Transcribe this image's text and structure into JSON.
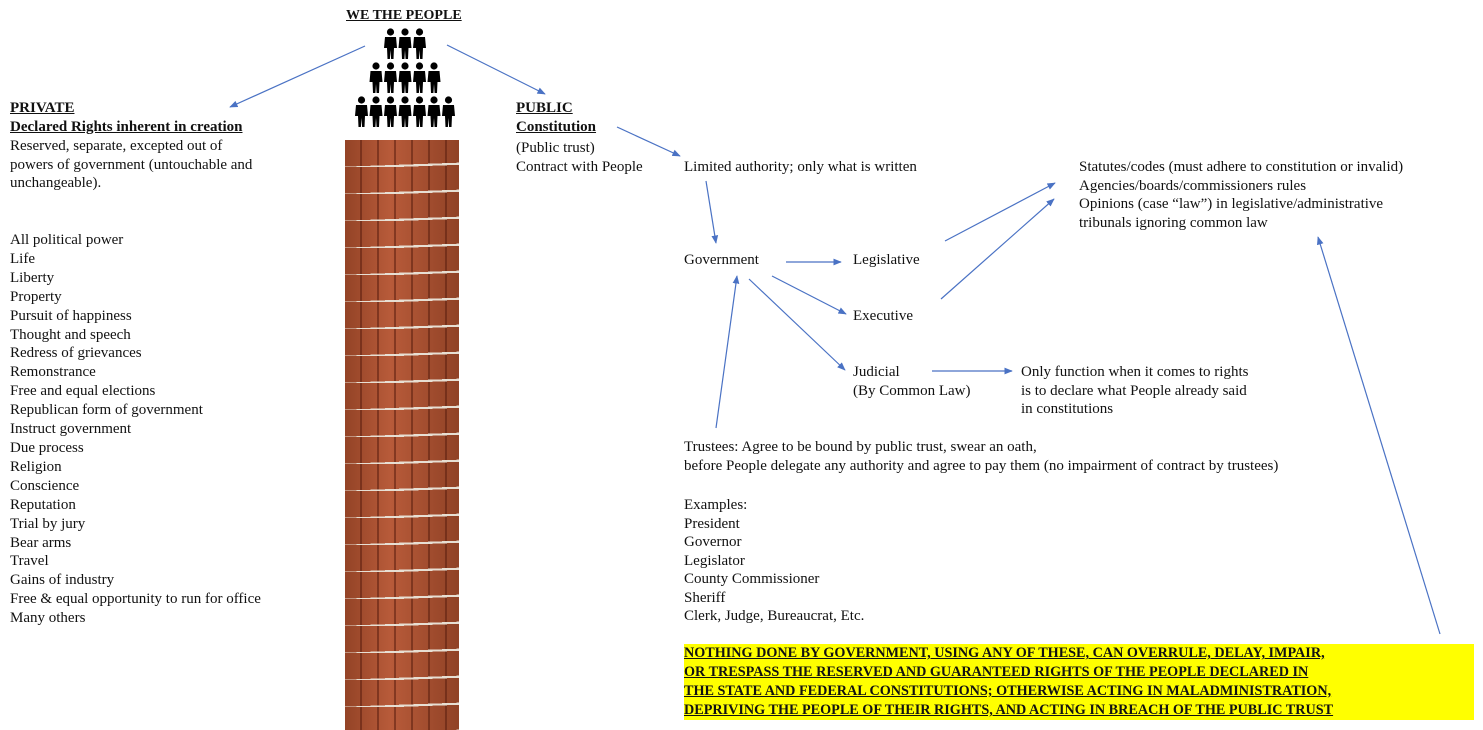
{
  "header": {
    "title": "WE THE PEOPLE"
  },
  "private": {
    "heading": "PRIVATE",
    "subheading": "Declared Rights inherent in creation",
    "description_lines": [
      "Reserved, separate, excepted out of",
      "powers of government (untouchable and",
      "unchangeable)."
    ],
    "rights": [
      "All political power",
      "Life",
      "Liberty",
      "Property",
      "Pursuit of happiness",
      "Thought and speech",
      "Redress of grievances",
      "Remonstrance",
      "Free and equal elections",
      "Republican form of government",
      "Instruct government",
      "Due process",
      "Religion",
      "Conscience",
      "Reputation",
      "Trial by jury",
      "Bear arms",
      "Travel",
      "Gains of industry",
      "Free & equal opportunity to run for office",
      "Many others"
    ]
  },
  "public": {
    "heading": "PUBLIC",
    "subheading": "Constitution",
    "lines": [
      "(Public trust)",
      "Contract with People"
    ]
  },
  "nodes": {
    "limited_authority": "Limited authority; only what is written",
    "government": "Government",
    "legislative": "Legislative",
    "executive": "Executive",
    "judicial": "Judicial",
    "judicial_note": "(By Common Law)",
    "statutes_lines": [
      "Statutes/codes (must adhere to constitution or invalid)",
      "Agencies/boards/commissioners rules",
      "Opinions (case “law”) in legislative/administrative",
      "tribunals ignoring common law"
    ],
    "judicial_function_lines": [
      "Only function when it comes to rights",
      "is to declare what People already said",
      "in constitutions"
    ]
  },
  "trustees": {
    "lines": [
      "Trustees: Agree to be bound by public trust, swear an oath,",
      "before People delegate any authority and agree to pay them (no impairment of contract by trustees)"
    ],
    "examples_label": "Examples:",
    "examples": [
      "President",
      "Governor",
      "Legislator",
      "County Commissioner",
      "Sheriff",
      "Clerk, Judge, Bureaucrat, Etc."
    ]
  },
  "warning": {
    "lines": [
      "NOTHING DONE BY GOVERNMENT, USING ANY OF THESE, CAN OVERRULE, DELAY, IMPAIR,",
      "OR TRESPASS THE RESERVED AND GUARANTEED RIGHTS OF THE PEOPLE DECLARED IN",
      "THE STATE AND FEDERAL CONSTITUTIONS; OTHERWISE ACTING IN MALADMINISTRATION,",
      "DEPRIVING THE PEOPLE OF THEIR RIGHTS, AND ACTING IN BREACH OF THE PUBLIC TRUST"
    ]
  },
  "colors": {
    "arrow": "#4a72c4",
    "highlight": "#ffff00",
    "brick": "#b4522f"
  },
  "icons": {
    "people": "people-pyramid-icon",
    "wall": "brick-wall-image"
  }
}
